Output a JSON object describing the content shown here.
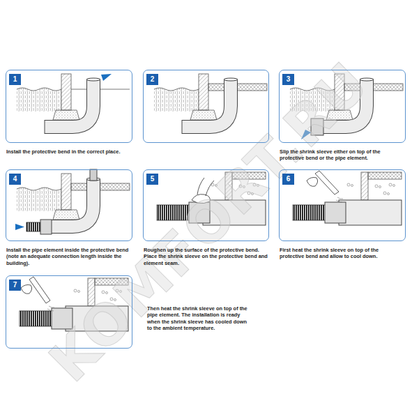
{
  "diagram": {
    "nodes": [
      {
        "text": [
          "1",
          "Install the protective bend in the correct place."
        ]
      },
      {
        "text": [
          "2"
        ]
      },
      {
        "text": [
          "3",
          "Slip the shrink sleeve either on top of the protective bend or the pipe element."
        ]
      },
      {
        "text": [
          "4",
          "Install the pipe element inside the protective bend (note an adequate connection length inside the building)."
        ]
      },
      {
        "text": [
          "5",
          "Roughen up the surface of the protective bend. Place the shrink sleeve on the protective bend and element seam."
        ]
      },
      {
        "text": [
          "6",
          "First heat the shrink sleeve on top of the protective bend and allow to cool down."
        ]
      },
      {
        "text": [
          "7",
          "Then heat the shrink sleeve on top of the pipe element. The installation is ready when the shrink sleeve has cooled down to the ambient temperature."
        ]
      }
    ],
    "labels": [
      "KOMFORT.RU"
    ]
  }
}
